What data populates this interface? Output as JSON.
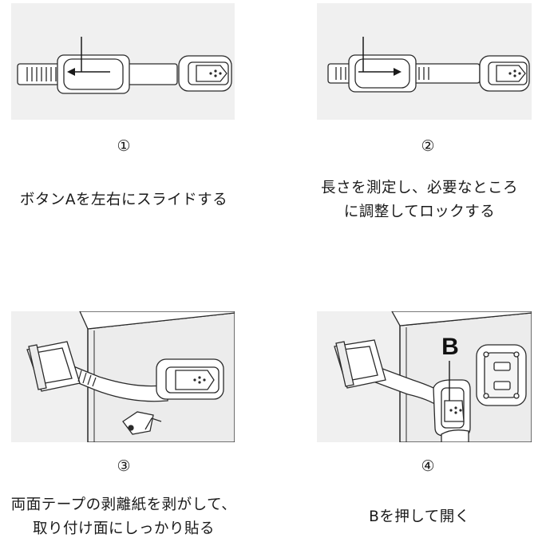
{
  "steps": [
    {
      "number": "①",
      "lines": [
        "ボタンAを左右にスライドする"
      ]
    },
    {
      "number": "②",
      "lines": [
        "長さを測定し、必要なところ",
        "に調整してロックする"
      ]
    },
    {
      "number": "③",
      "lines": [
        "両面テープの剥離紙を剥がして、",
        "取り付け面にしっかり貼る"
      ]
    },
    {
      "number": "④",
      "lines": [
        "Bを押して開く"
      ]
    }
  ],
  "labels": {
    "button_b": "B"
  },
  "colors": {
    "panel_bg": "#f0f0f0",
    "line": "#2a2a2a",
    "cabinet_dark": "#d9d9d9",
    "cabinet_light": "#ececec"
  }
}
